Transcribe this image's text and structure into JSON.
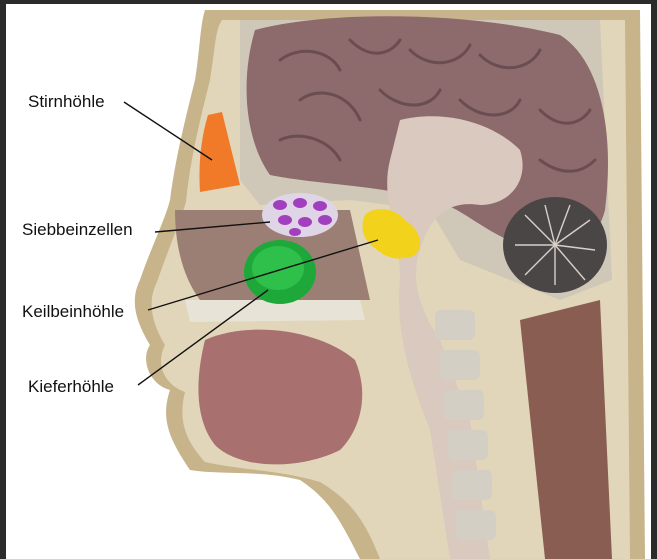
{
  "figure": {
    "subject": "sagittal-head-section-paranasal-sinuses",
    "labels": {
      "frontal_sinus": "Stirnhöhle",
      "ethmoid_cells": "Siebbeinzellen",
      "sphenoid_sinus": "Keilbeinhöhle",
      "maxillary_sinus": "Kieferhöhle"
    },
    "colors": {
      "frontal_sinus": "#f07a28",
      "ethmoid_cells": "#a23fbf",
      "sphenoid_sinus": "#f2d21a",
      "maxillary_sinus": "#1fa83a",
      "skin": "#c8b48a",
      "bone": "#e7e3d6",
      "brain": "#8d6a6c",
      "cerebellum": "#4b4646",
      "muscle": "#a8706e",
      "leader_line": "#111111"
    }
  }
}
